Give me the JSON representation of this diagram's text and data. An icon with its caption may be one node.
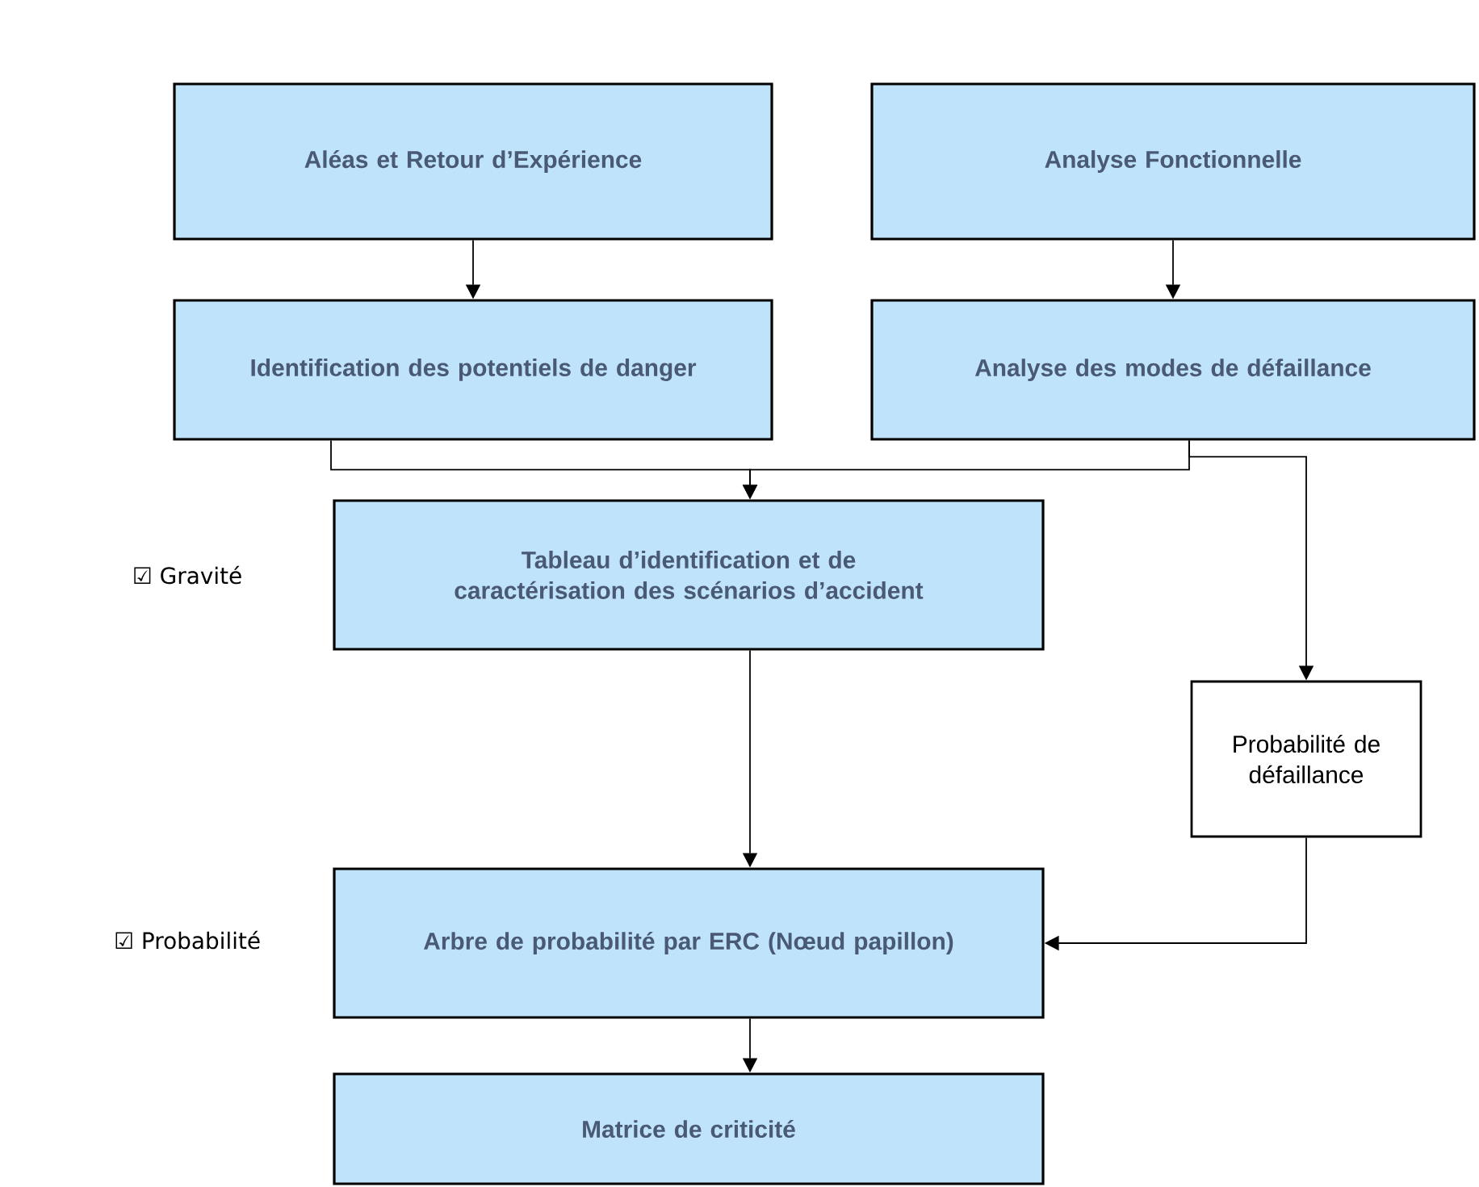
{
  "diagram": {
    "nodes": [
      {
        "text": [
          "Aléas et Retour d’Expérience"
        ]
      },
      {
        "text": [
          "Analyse Fonctionnelle"
        ]
      },
      {
        "text": [
          "Identification des potentiels de danger"
        ]
      },
      {
        "text": [
          "Analyse des modes de défaillance"
        ]
      },
      {
        "text": [
          "Tableau d’identification et de caractérisation des scénarios d’accident"
        ]
      },
      {
        "text": [
          "Probabilité de défaillance"
        ]
      },
      {
        "text": [
          "Arbre de probabilité par ERC (Nœud papillon)"
        ]
      },
      {
        "text": [
          "Matrice de criticité"
        ]
      }
    ],
    "edges": [
      {
        "from": 0,
        "to": 2,
        "arrow": "to"
      },
      {
        "from": 1,
        "to": 3,
        "arrow": "to"
      },
      {
        "from": 2,
        "to": 4,
        "arrow": "to"
      },
      {
        "from": 3,
        "to": 4,
        "arrow": "to"
      },
      {
        "from": 3,
        "to": 5,
        "arrow": "to"
      },
      {
        "from": 4,
        "to": 6,
        "arrow": "to"
      },
      {
        "from": 5,
        "to": 6,
        "arrow": "to"
      },
      {
        "from": 6,
        "to": 7,
        "arrow": "to"
      }
    ],
    "labels": [
      "☑ Gravité",
      "☑ Probabilité"
    ]
  }
}
